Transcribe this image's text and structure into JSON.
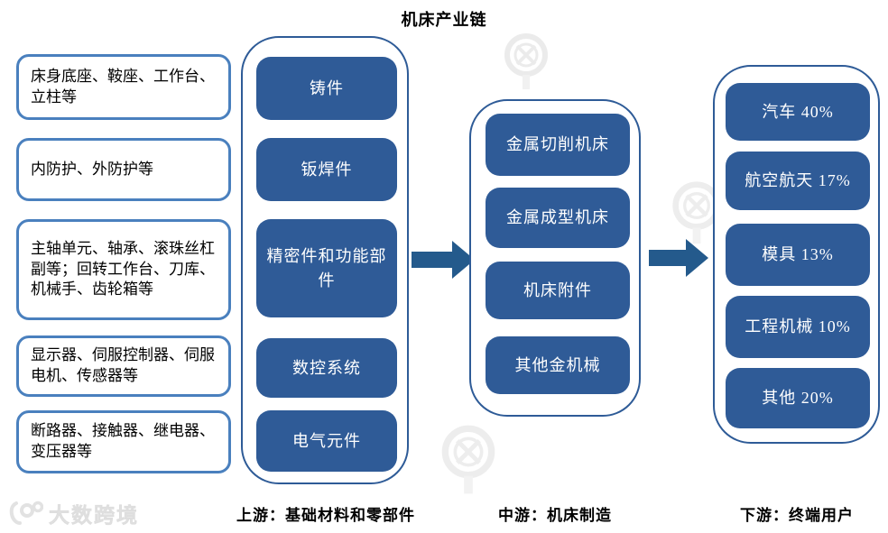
{
  "title": "机床产业链",
  "upstream": {
    "label": "上游：基础材料和零部件",
    "materials": [
      "床身底座、鞍座、工作台、立柱等",
      "内防护、外防护等",
      "主轴单元、轴承、滚珠丝杠副等；回转工作台、刀库、机械手、齿轮箱等",
      "显示器、伺服控制器、伺服电机、传感器等",
      "断路器、接触器、继电器、变压器等"
    ],
    "components": [
      "铸件",
      "钣焊件",
      "精密件和功能部件",
      "数控系统",
      "电气元件"
    ]
  },
  "midstream": {
    "label": "中游：机床制造",
    "products": [
      "金属切削机床",
      "金属成型机床",
      "机床附件",
      "其他金机械"
    ]
  },
  "downstream": {
    "label": "下游：终端用户",
    "end_users": [
      "汽车 40%",
      "航空航天 17%",
      "模具 13%",
      "工程机械 10%",
      "其他 20%"
    ]
  },
  "watermark": {
    "brand": "大数跨境"
  },
  "colors": {
    "box_fill": "#2F5B97",
    "arrow": "#245A8C",
    "outline_border": "#4A80BE",
    "container_border": "#2E5B97"
  }
}
